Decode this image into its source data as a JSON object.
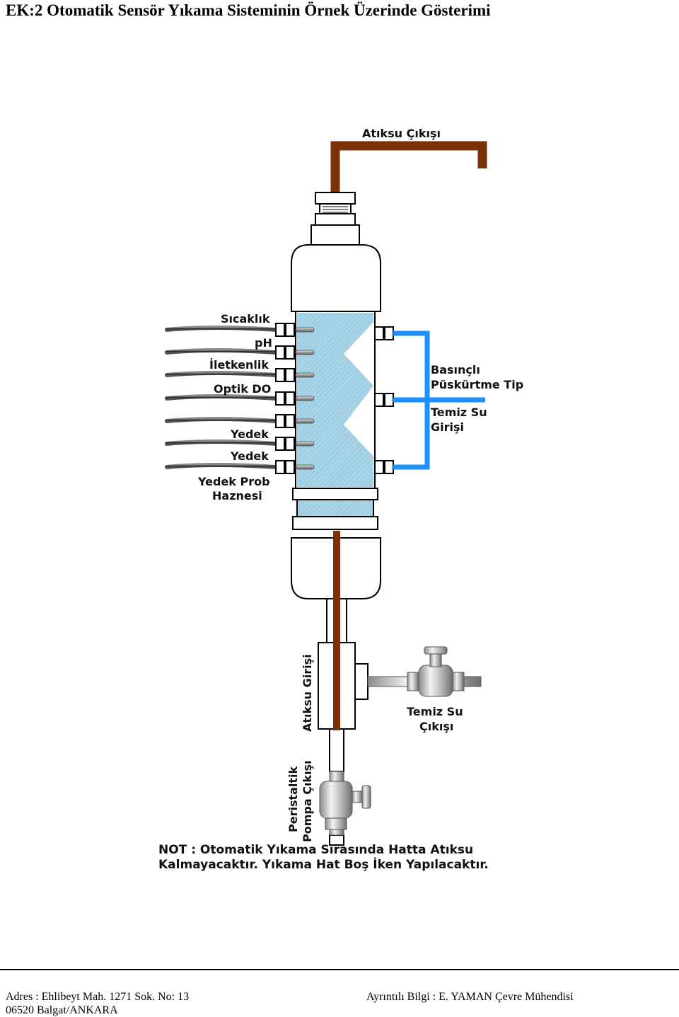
{
  "title": "EK:2  Otomatik Sensör Yıkama Sisteminin Örnek Üzerinde Gösterimi",
  "labels": {
    "wastewater_outlet": "Atıksu Çıkışı",
    "sensor_temperature": "Sıcaklık",
    "sensor_ph": "pH",
    "sensor_conductivity": "İletkenlik",
    "sensor_optical_do": "Optik DO",
    "spare_1": "Yedek",
    "spare_2": "Yedek",
    "spare_probe_line1": "Yedek Prob",
    "spare_probe_line2": "Haznesi",
    "pressure_spray_line1": "Basınçlı",
    "pressure_spray_line2": "Püskürtme Tip",
    "clean_water_in_line1": "Temiz Su",
    "clean_water_in_line2": "Girişi",
    "wastewater_inlet": "Atıksu Girişi",
    "clean_water_out_line1": "Temiz Su",
    "clean_water_out_line2": "Çıkışı",
    "pump_outlet_line1": "Peristaltik",
    "pump_outlet_line2": "Pompa Çıkışı"
  },
  "note": {
    "line1": "NOT : Otomatik Yıkama Sırasında Hatta Atıksu",
    "line2": "Kalmayacaktır. Yıkama Hat Boş İken Yapılacaktır."
  },
  "footer": {
    "address_line1": "Adres : Ehlibeyt Mah. 1271 Sok. No: 13",
    "address_line2": "06520 Balgat/ANKARA",
    "contact": "Ayrıntılı Bilgi : E. YAMAN Çevre Mühendisi"
  },
  "colors": {
    "wastewater_pipe": "#7a3208",
    "clean_water_pipe": "#1e90ff",
    "chamber_fill": "#a8d4e6"
  }
}
